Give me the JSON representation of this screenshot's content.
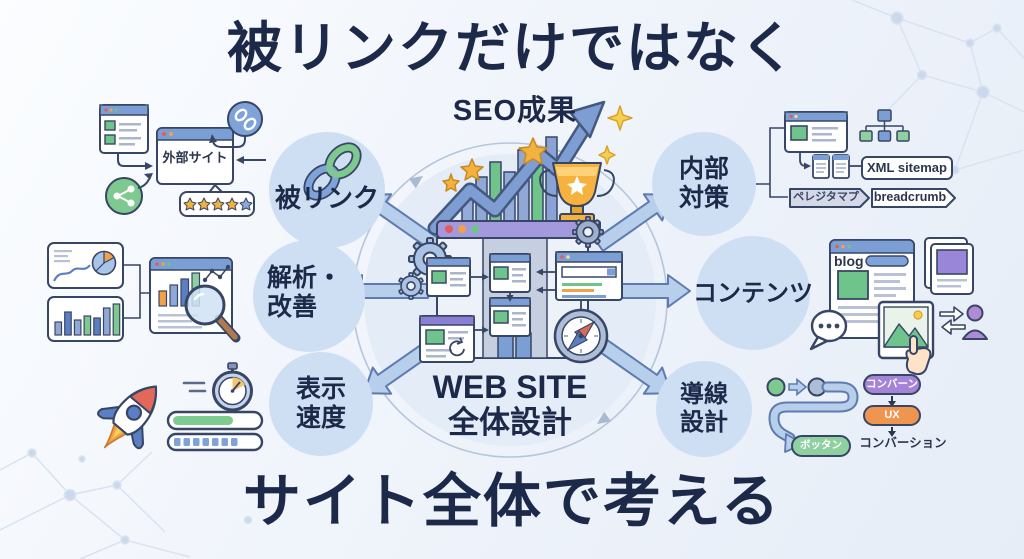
{
  "titles": {
    "top": "被リンクだけではなく",
    "bottom": "サイト全体で考える"
  },
  "hub": {
    "result": "SEO成果",
    "line1": "WEB SITE",
    "line2": "全体設計"
  },
  "nodes": {
    "backlink": {
      "label": "被リンク"
    },
    "analysis": {
      "line1": "解析・",
      "line2": "改善"
    },
    "speed": {
      "line1": "表示",
      "line2": "速度"
    },
    "internal": {
      "line1": "内部",
      "line2": "対策"
    },
    "content": {
      "label": "コンテンツ"
    },
    "flow": {
      "line1": "導線",
      "line2": "設計"
    }
  },
  "callouts": {
    "external_site": "外部サイト",
    "xml_sitemap": "XML sitemap",
    "breadcrumb_jp": "ペレジタマプ",
    "breadcrumb_en": "breadcrumb",
    "blog": "blog",
    "conversion_pill": "コンバーン",
    "ux_pill": "UX",
    "button_pill": "ボッタン",
    "conversion_caption": "コンバーション"
  },
  "colors": {
    "title_text": "#1d2949",
    "node_circle": "#cfdff3",
    "hub_circle": "#e4ecf8",
    "arrow_fill": "#b8cfec",
    "arrow_stroke": "#5d7bb0",
    "accent_green": "#6fc48c",
    "accent_blue": "#7b9fd4",
    "accent_purple": "#a583d6",
    "accent_orange": "#f0954f",
    "gold": "#f2b23e"
  }
}
